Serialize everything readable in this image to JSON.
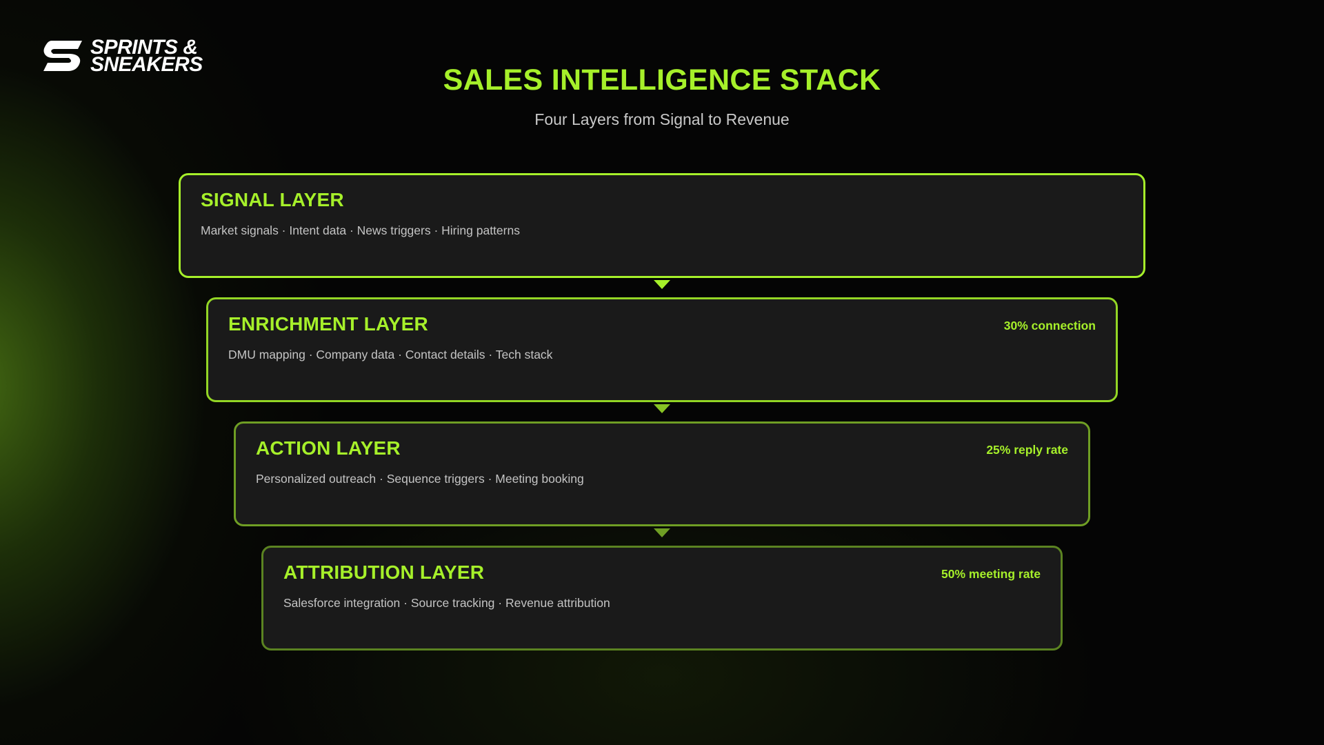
{
  "brand": {
    "logo_line1": "SPRINTS &",
    "logo_line2": "SNEAKERS",
    "accent_color": "#a6f02a"
  },
  "header": {
    "title": "SALES INTELLIGENCE STACK",
    "subtitle": "Four Layers from Signal to Revenue"
  },
  "layers": [
    {
      "title": "SIGNAL LAYER",
      "description": "Market signals · Intent data · News triggers · Hiring patterns",
      "metric": ""
    },
    {
      "title": "ENRICHMENT LAYER",
      "description": "DMU mapping · Company data · Contact details · Tech stack",
      "metric": "30% connection"
    },
    {
      "title": "ACTION LAYER",
      "description": "Personalized outreach · Sequence triggers · Meeting booking",
      "metric": "25% reply rate"
    },
    {
      "title": "ATTRIBUTION LAYER",
      "description": "Salesforce integration · Source tracking · Revenue attribution",
      "metric": "50% meeting rate"
    }
  ]
}
